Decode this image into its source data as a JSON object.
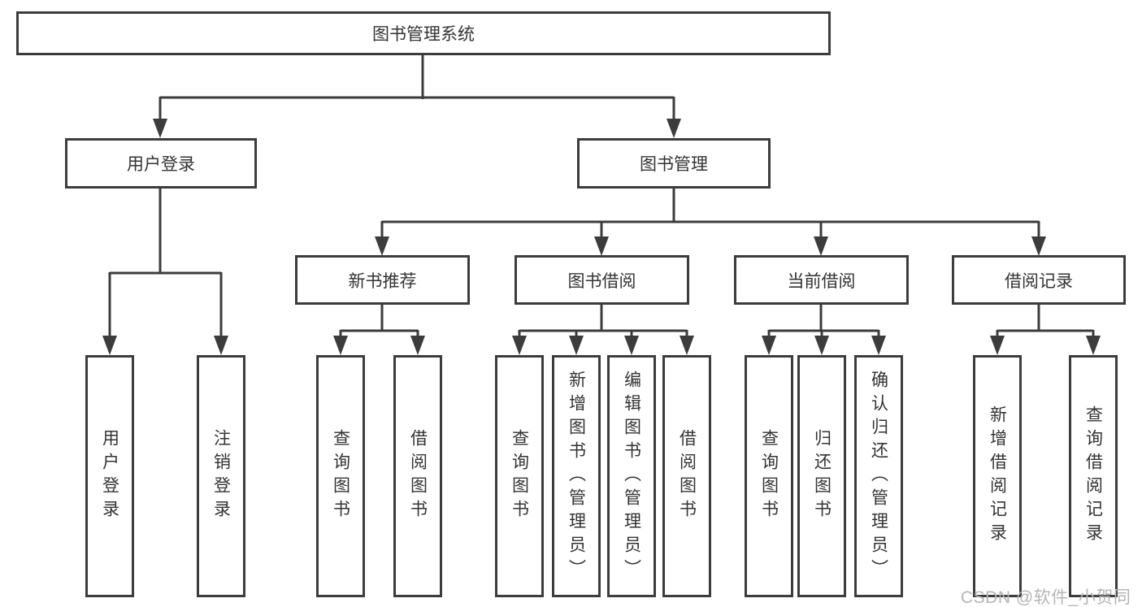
{
  "colors": {
    "line": "#3c3c3c",
    "box_border": "#3c3c3c",
    "text": "#333333",
    "background": "#ffffff",
    "watermark": "#b5b5b5"
  },
  "watermark": {
    "text": "CSDN @软件_小贺同学"
  },
  "tree": {
    "root": {
      "label": "图书管理系统",
      "children": [
        {
          "label": "用户登录",
          "children": [
            {
              "label": "用户登录"
            },
            {
              "label": "注销登录"
            }
          ]
        },
        {
          "label": "图书管理",
          "children": [
            {
              "label": "新书推荐",
              "children": [
                {
                  "label": "查询图书"
                },
                {
                  "label": "借阅图书"
                }
              ]
            },
            {
              "label": "图书借阅",
              "children": [
                {
                  "label": "查询图书"
                },
                {
                  "label": "新增图书（管理员）"
                },
                {
                  "label": "编辑图书（管理员）"
                },
                {
                  "label": "借阅图书"
                }
              ]
            },
            {
              "label": "当前借阅",
              "children": [
                {
                  "label": "查询图书"
                },
                {
                  "label": "归还图书"
                },
                {
                  "label": "确认归还（管理员）"
                }
              ]
            },
            {
              "label": "借阅记录",
              "children": [
                {
                  "label": "新增借阅记录"
                },
                {
                  "label": "查询借阅记录"
                }
              ]
            }
          ]
        }
      ]
    }
  }
}
